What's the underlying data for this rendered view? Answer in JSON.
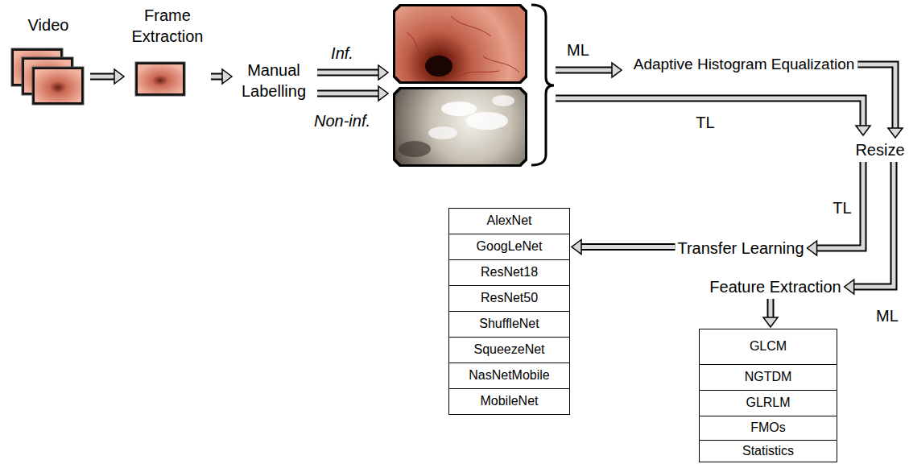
{
  "diagram": {
    "nodes": [
      {
        "text": [
          "Video"
        ]
      },
      {
        "text": [
          "Frame Extraction"
        ]
      },
      {
        "text": [
          "Manual Labelling"
        ]
      },
      {
        "text": [
          "Adaptive Histogram Equalization"
        ]
      },
      {
        "text": [
          "Resize"
        ]
      },
      {
        "text": [
          "Transfer Learning"
        ]
      },
      {
        "text": [
          "Feature Extraction"
        ]
      },
      {
        "text": [
          "AlexNet"
        ]
      },
      {
        "text": [
          "GoogLeNet"
        ]
      },
      {
        "text": [
          "ResNet18"
        ]
      },
      {
        "text": [
          "ResNet50"
        ]
      },
      {
        "text": [
          "ShuffleNet"
        ]
      },
      {
        "text": [
          "SqueezeNet"
        ]
      },
      {
        "text": [
          "NasNetMobile"
        ]
      },
      {
        "text": [
          "MobileNet"
        ]
      },
      {
        "text": [
          "GLCM"
        ]
      },
      {
        "text": [
          "NGTDM"
        ]
      },
      {
        "text": [
          "GLRLM"
        ]
      },
      {
        "text": [
          "FMOs"
        ]
      },
      {
        "text": [
          "Statistics"
        ]
      }
    ],
    "edges": [
      {
        "from": 0,
        "to": 1,
        "arrow": "to"
      },
      {
        "from": 1,
        "to": 2,
        "arrow": "to"
      },
      {
        "from": 3,
        "to": 4,
        "arrow": "to"
      },
      {
        "from": 4,
        "to": 5,
        "arrow": "to",
        "label": "TL"
      },
      {
        "from": 4,
        "to": 6,
        "arrow": "to",
        "label": "ML"
      },
      {
        "from": 5,
        "to": 8,
        "arrow": "to"
      },
      {
        "from": 6,
        "to": 15,
        "arrow": "to"
      }
    ],
    "labels": [
      "Inf.",
      "Non-inf.",
      "ML",
      "TL"
    ]
  }
}
